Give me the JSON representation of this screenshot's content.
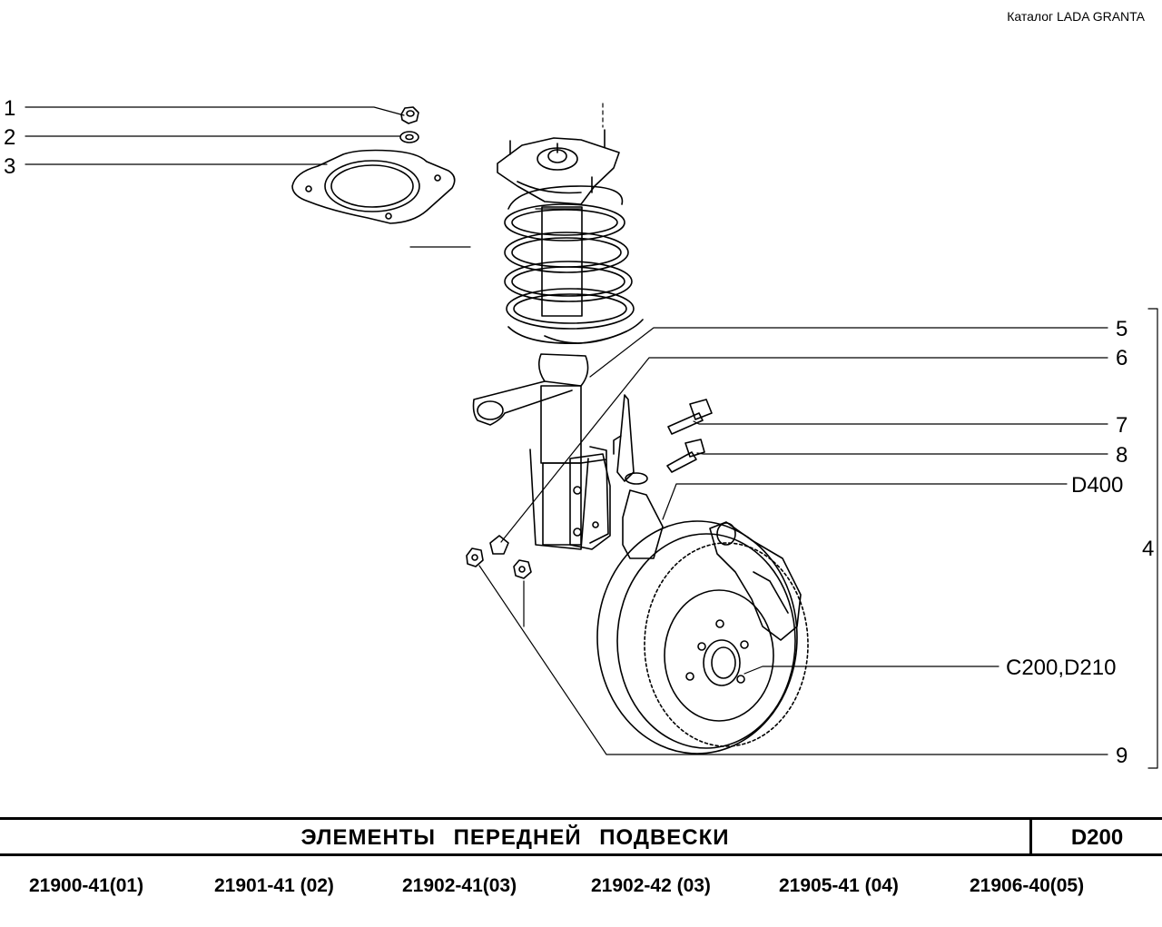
{
  "header": {
    "catalog": "Каталог  LADA  GRANTA"
  },
  "callouts": {
    "c1": "1",
    "c2": "2",
    "c3": "3",
    "c4": "4",
    "c5": "5",
    "c6": "6",
    "c7": "7",
    "c8": "8",
    "d400": "D400",
    "c200": "C200,D210",
    "c9": "9"
  },
  "footer": {
    "title": "ЭЛЕМЕНТЫ   ПЕРЕДНЕЙ   ПОДВЕСКИ",
    "code": "D200",
    "models": [
      "21900-41(01)",
      "21901-41 (02)",
      "21902-41(03)",
      "21902-42 (03)",
      "21905-41 (04)",
      "21906-40(05)"
    ]
  }
}
